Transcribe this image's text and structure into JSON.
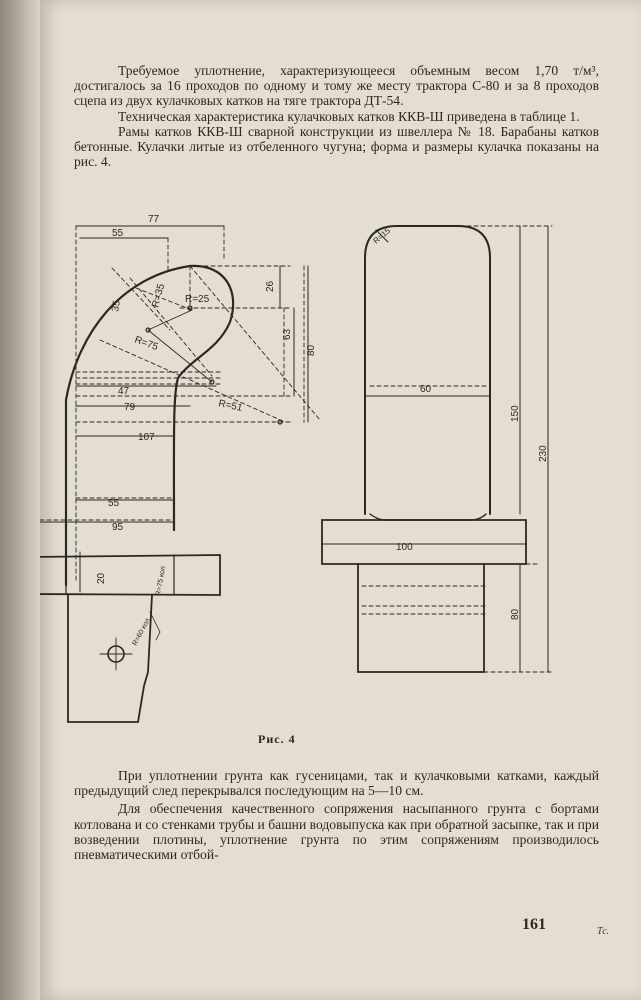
{
  "top_paragraphs": [
    "Требуемое уплотнение, характеризующееся объемным весом 1,70 т/м³, достигалось за 16 проходов по одному и тому же месту трактора С-80 и за 8 проходов сцепа из двух кулачковых катков на тяге трактора ДТ-54.",
    "Техническая характеристика кулачковых катков ККВ-Ш приведена в таблице 1.",
    "Рамы катков ККВ-Ш сварной конструкции из швеллера № 18. Барабаны катков бетонные. Кулачки литые из отбеленного чугуна; форма и размеры кулачка показаны на рис. 4."
  ],
  "figure": {
    "caption": "Рис. 4",
    "dims_left": [
      "77",
      "55",
      "26",
      "R=25",
      "R=35",
      "35",
      "63",
      "80",
      "R=75",
      "47",
      "79",
      "R=51",
      "107",
      "55",
      "95",
      "20",
      "R=60 кол",
      "R=75 кол"
    ],
    "dims_right": [
      "R=15",
      "60",
      "150",
      "230",
      "100",
      "80"
    ]
  },
  "bottom_paragraphs": [
    "При уплотнении грунта как гусеницами, так и кулачковыми катками, каждый предыдущий след перекрывался последующим на 5—10 см.",
    "Для обеспечения качественного сопряжения насыпанного грунта с бортами котлована и со стенками трубы и башни водовыпуска как при обратной засыпке, так и при возведении плотины, уплотнение грунта по этим сопряжениям производилось пневматическими отбой-"
  ],
  "page_number": "161",
  "stamp": "Тс."
}
